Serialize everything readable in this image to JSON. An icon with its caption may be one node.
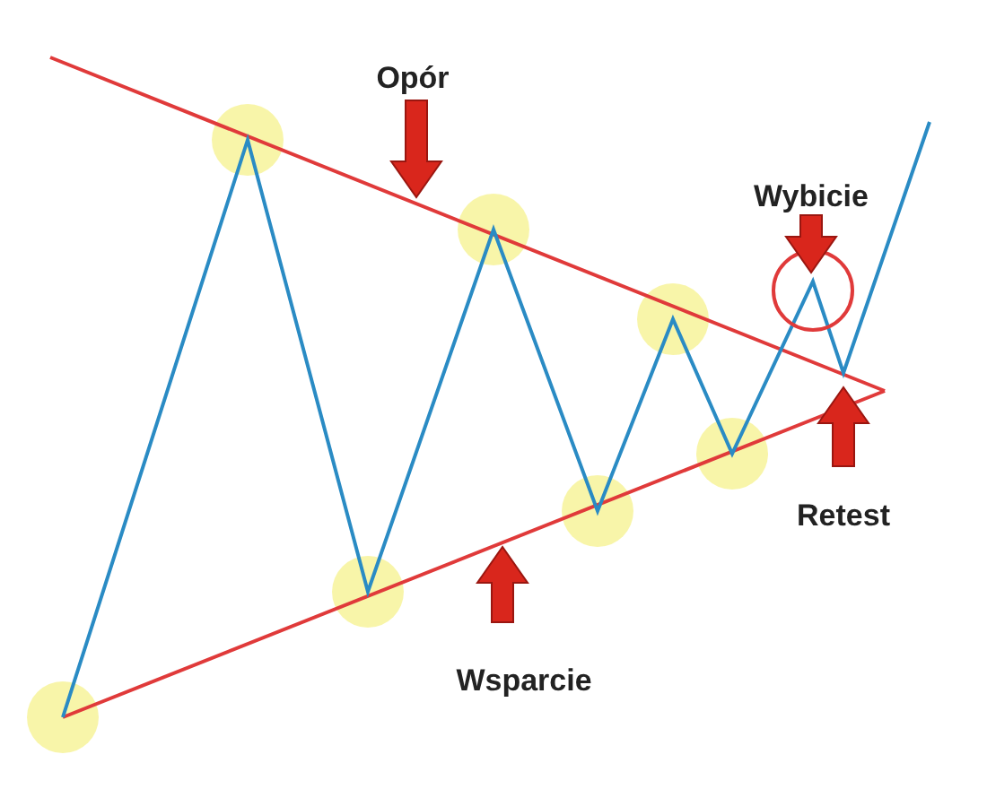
{
  "diagram": {
    "labels": [
      "Opór",
      "Wybicie",
      "Retest",
      "Wsparcie"
    ]
  }
}
